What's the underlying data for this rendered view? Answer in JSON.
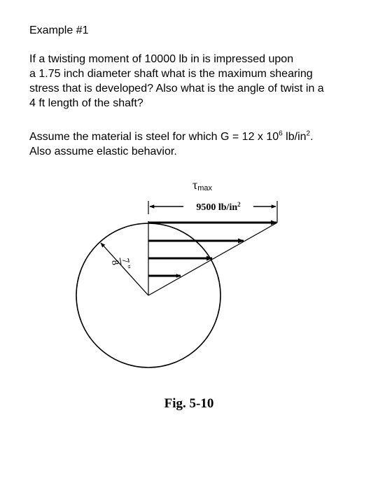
{
  "title": "Example #1",
  "problem": {
    "lines": [
      "If a twisting moment of 10000 lb in is impressed upon",
      "a 1.75 inch diameter shaft what is the maximum shearing",
      "stress that is developed? Also what is the angle of twist in a",
      "4 ft length of the shaft?"
    ]
  },
  "assumptions": {
    "line1_before": "Assume the material is steel for which G = 12 x 10",
    "line1_sup1": "6",
    "line1_middle": " lb/in",
    "line1_sup2": "2",
    "line1_after": ".",
    "line2": "Also assume elastic behavior."
  },
  "figure": {
    "tau_symbol": "τ",
    "tau_subscript": "max",
    "dimension_label": "9500 lb/in",
    "dimension_label_sup": "2",
    "radius_numerator": "7",
    "radius_unit": "\"",
    "radius_denominator": "8",
    "caption": "Fig. 5-10"
  }
}
